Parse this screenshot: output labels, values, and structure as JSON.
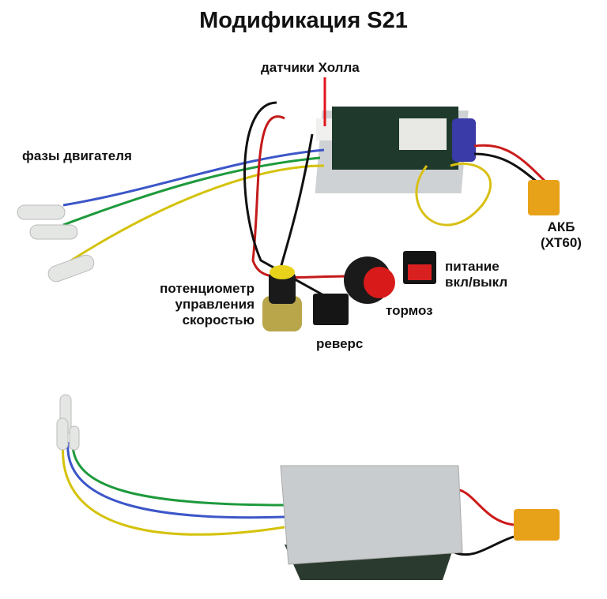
{
  "title": "Модификация S21",
  "labels": {
    "hall": "датчики Холла",
    "phases": "фазы двигателя",
    "battery_1": "АКБ",
    "battery_2": "(XT60)",
    "power_1": "питание",
    "power_2": "вкл/выкл",
    "pot_1": "потенциометр",
    "pot_2": "управления",
    "pot_3": "скоростью",
    "brake": "тормоз",
    "reverse": "реверс"
  },
  "colors": {
    "red_pointer": "#e0141c"
  }
}
